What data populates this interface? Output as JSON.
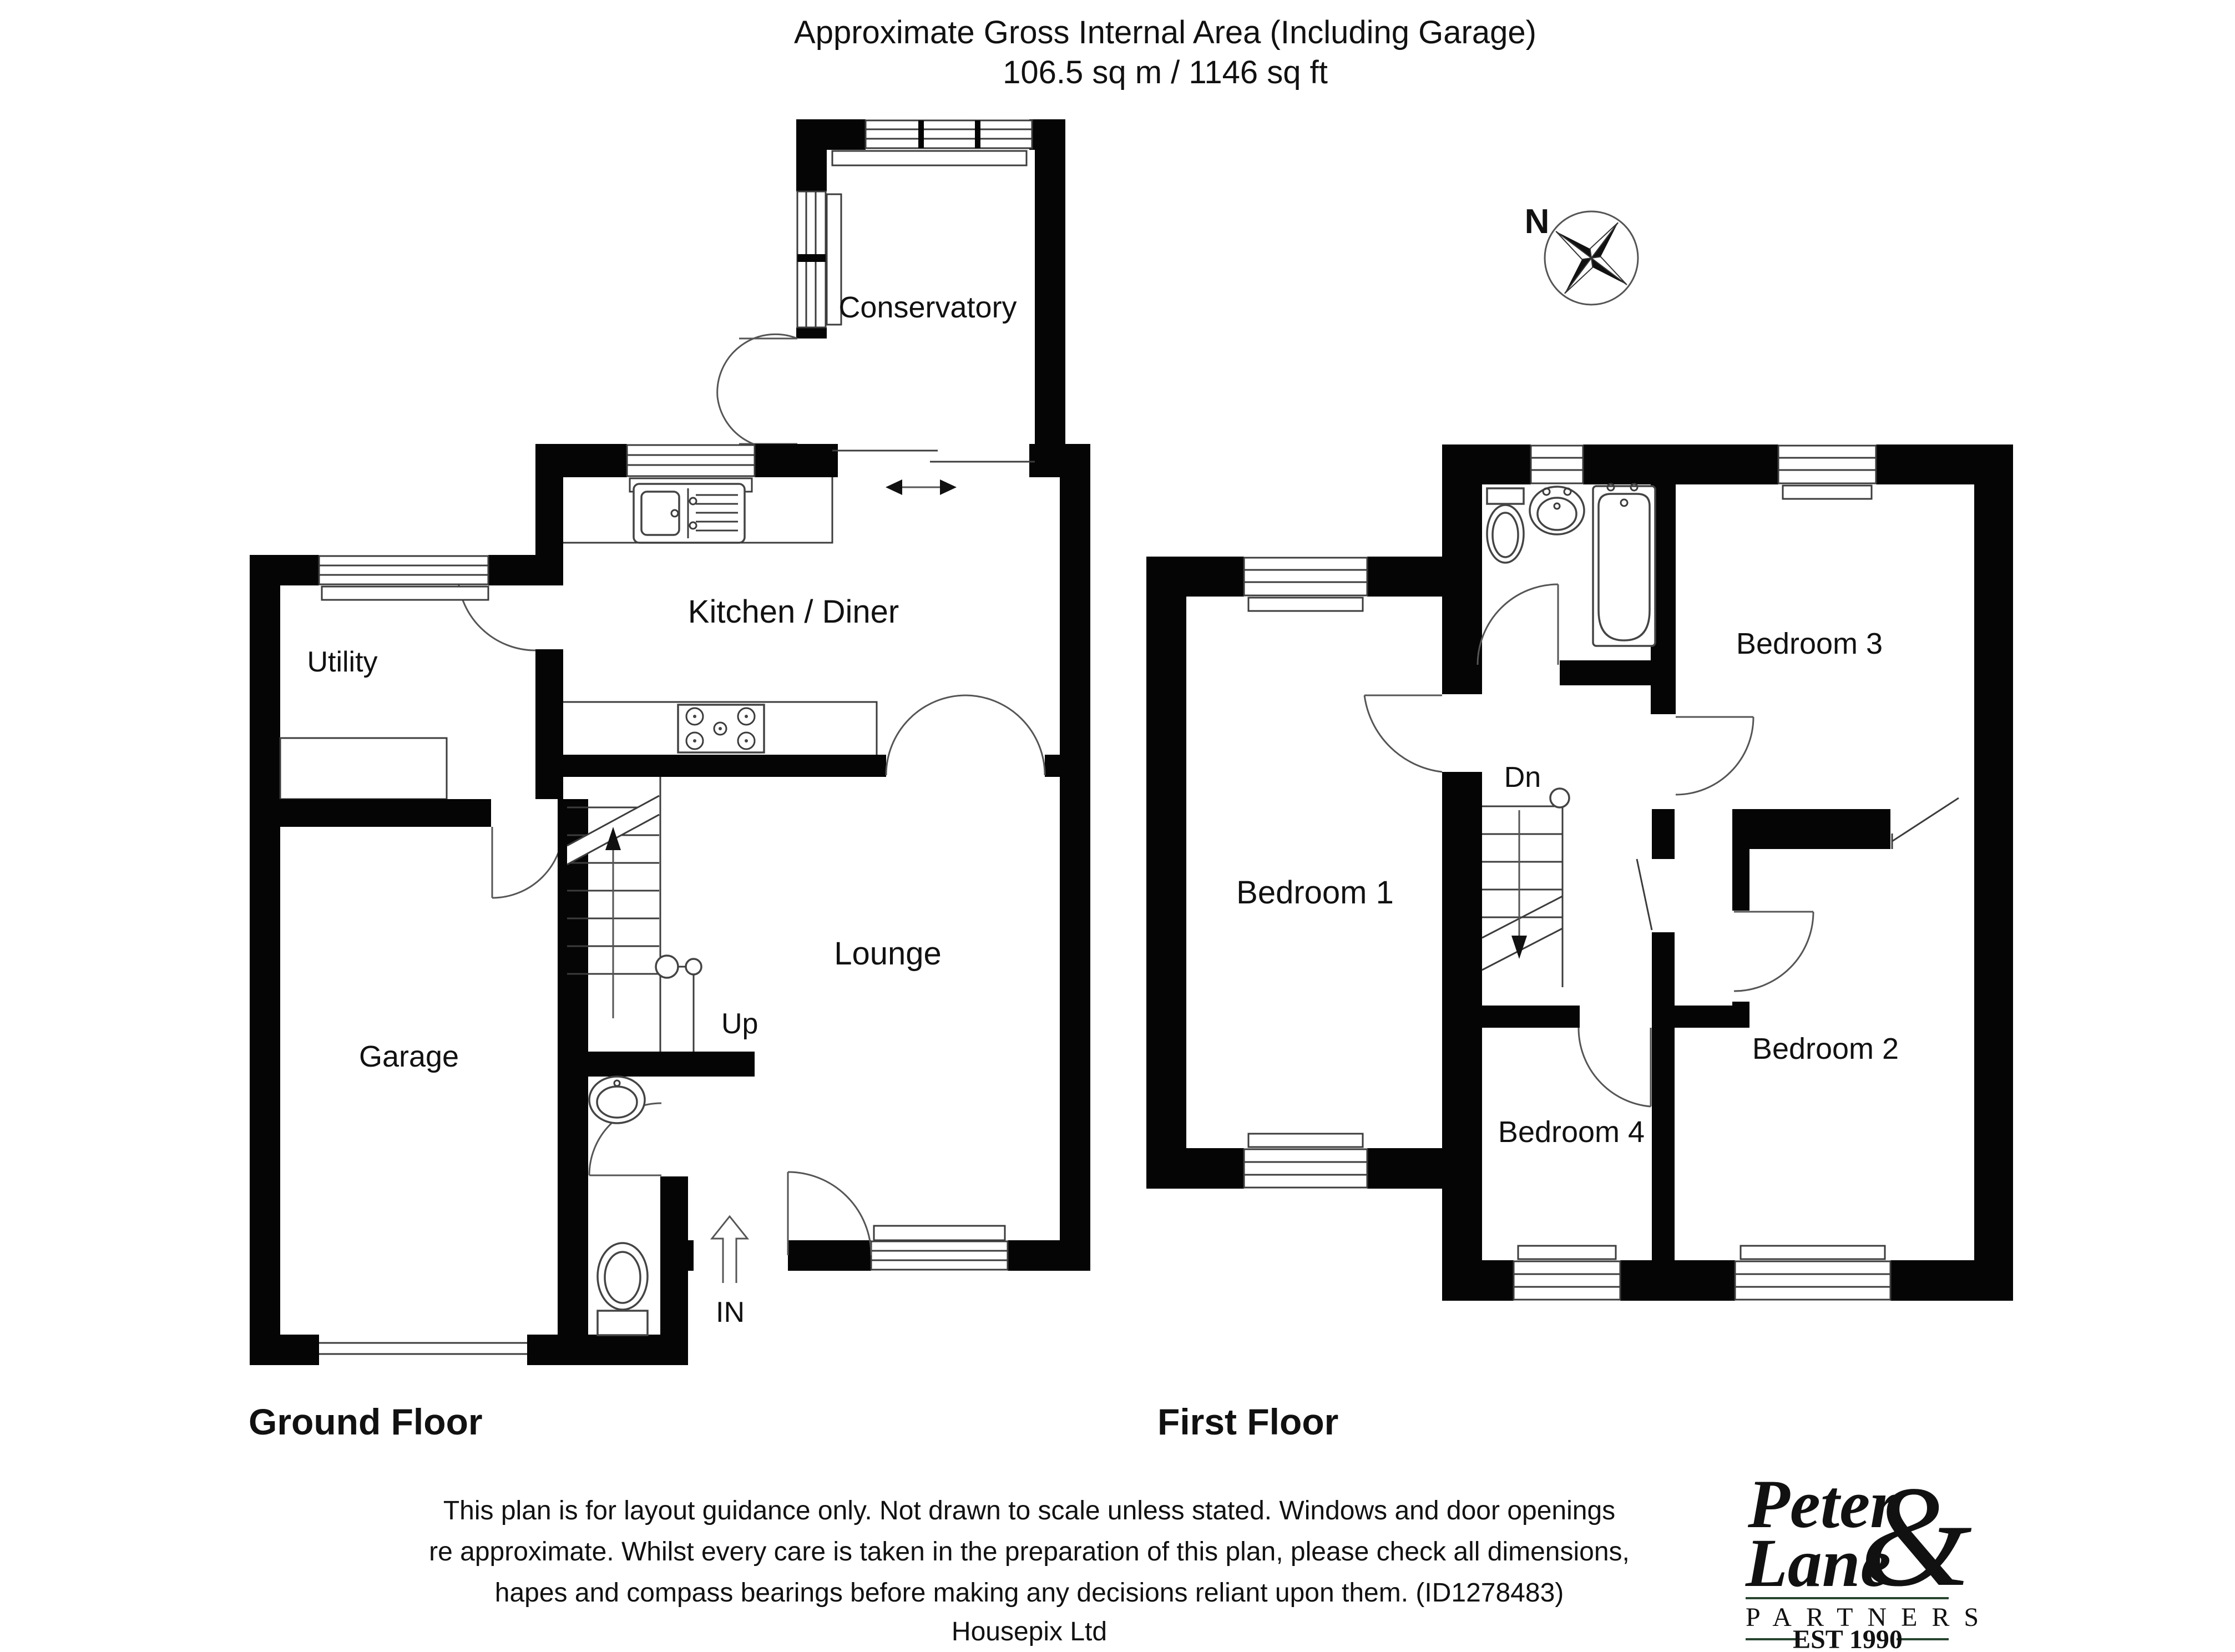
{
  "header": {
    "title_line1": "Approximate Gross Internal Area (Including Garage)",
    "title_line2": "106.5 sq m / 1146 sq ft"
  },
  "compass": {
    "north_label": "N"
  },
  "ground_floor": {
    "name": "Ground Floor",
    "rooms": {
      "conservatory": "Conservatory",
      "kitchen": "Kitchen / Diner",
      "utility": "Utility",
      "garage": "Garage",
      "lounge": "Lounge"
    },
    "stairs_label": "Up",
    "entrance_label": "IN"
  },
  "first_floor": {
    "name": "First Floor",
    "rooms": {
      "bedroom1": "Bedroom 1",
      "bedroom2": "Bedroom 2",
      "bedroom3": "Bedroom 3",
      "bedroom4": "Bedroom 4"
    },
    "stairs_label": "Dn"
  },
  "footer": {
    "disclaimer_line1": "This plan is for layout guidance only. Not drawn to scale unless stated. Windows and door openings",
    "disclaimer_line2": "re approximate. Whilst every care is taken in the preparation of this plan, please check all dimensions,",
    "disclaimer_line3": "hapes and compass bearings before making any decisions reliant upon them. (ID1278483)",
    "disclaimer_line4": "Housepix Ltd"
  },
  "logo": {
    "name_line1": "Peter",
    "name_line2": "Lane",
    "ampersand": "&",
    "subtitle": "PARTNERS",
    "established": "EST 1990",
    "color_dark": "#27452f",
    "color_light": "#5cb347"
  },
  "colors": {
    "walls": "#050505",
    "background": "#ffffff"
  }
}
